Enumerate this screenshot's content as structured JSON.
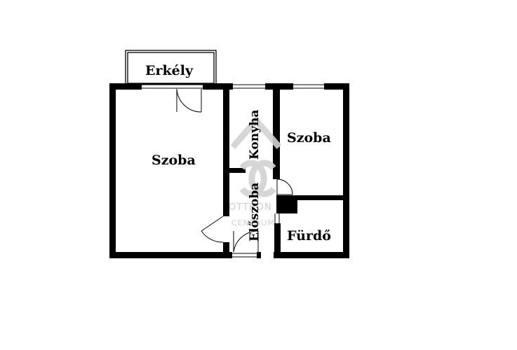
{
  "floor_plan": {
    "rooms": {
      "balcony": "Erkély",
      "living_room": "Szoba",
      "kitchen": "Konyha",
      "bedroom": "Szoba",
      "hallway": "Előszoba",
      "bathroom": "Fürdő"
    },
    "watermark": {
      "logo_mark": "OC",
      "line1": "OTTHON",
      "line2": "CENTRUM"
    },
    "colors": {
      "wall": "#000000",
      "watermark": "#c9c9c9",
      "background": "#ffffff"
    }
  }
}
